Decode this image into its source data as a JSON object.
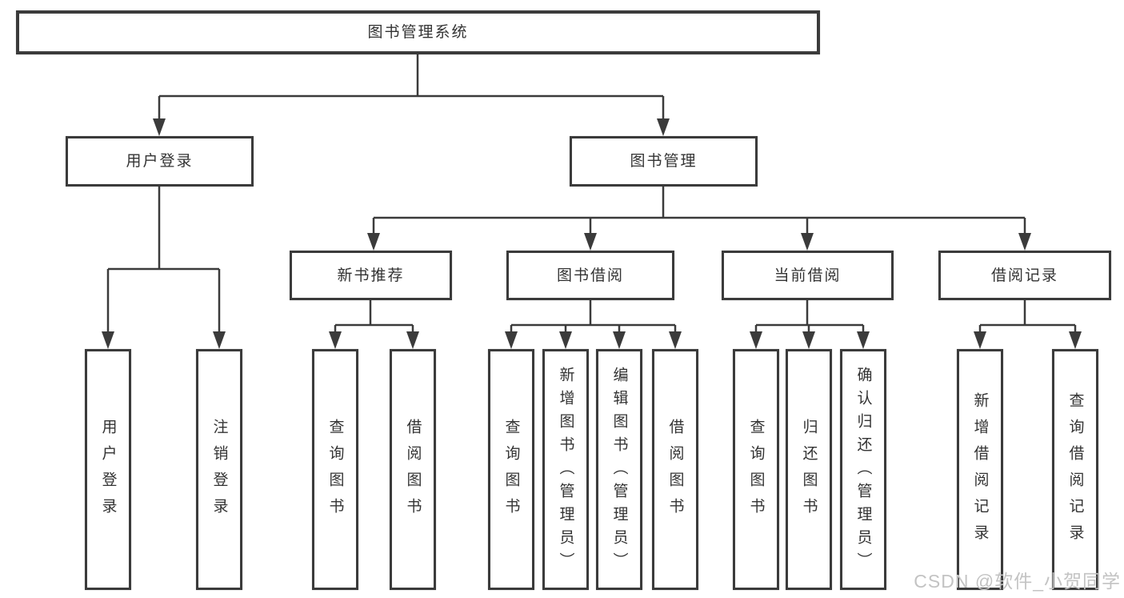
{
  "diagram": {
    "root_label": "图书管理系统",
    "level2": [
      {
        "label": "用户登录"
      },
      {
        "label": "图书管理"
      }
    ],
    "level3": [
      {
        "label": "新书推荐"
      },
      {
        "label": "图书借阅"
      },
      {
        "label": "当前借阅"
      },
      {
        "label": "借阅记录"
      }
    ],
    "leaves": [
      {
        "label": "用户登录"
      },
      {
        "label": "注销登录"
      },
      {
        "label": "查询图书"
      },
      {
        "label": "借阅图书"
      },
      {
        "label": "查询图书"
      },
      {
        "label": "新增图书（管理员）"
      },
      {
        "label": "编辑图书（管理员）"
      },
      {
        "label": "借阅图书"
      },
      {
        "label": "查询图书"
      },
      {
        "label": "归还图书"
      },
      {
        "label": "确认归还（管理员）"
      },
      {
        "label": "新增借阅记录"
      },
      {
        "label": "查询借阅记录"
      }
    ]
  },
  "watermark": {
    "text": "CSDN @软件_小贺同学"
  },
  "colors": {
    "line": "#3b3b3b",
    "box_border": "#3b3b3b",
    "text": "#333333",
    "watermark": "#c3c3c3",
    "background": "#ffffff"
  }
}
